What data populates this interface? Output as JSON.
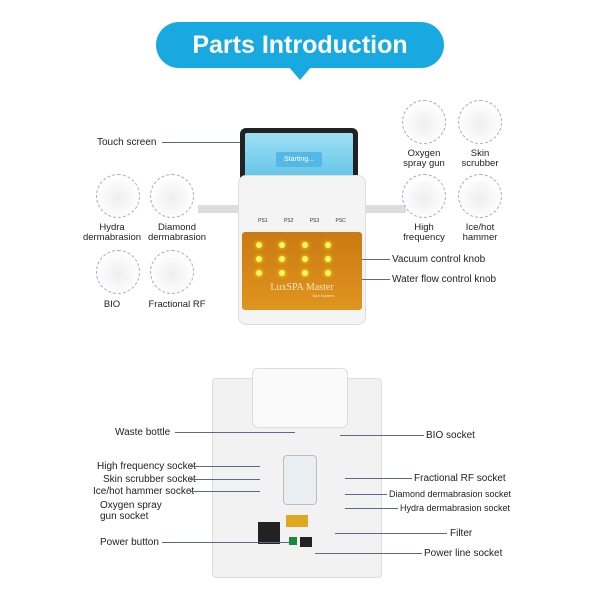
{
  "title": "Parts Introduction",
  "front": {
    "screen_text": "Starting...",
    "brand": "LuxSPA Master",
    "subbrand": "Spa System",
    "channels": [
      "PS1",
      "PS2",
      "PS3",
      "PSC"
    ],
    "labels": {
      "touch_screen": "Touch screen",
      "vacuum_knob": "Vacuum control knob",
      "water_knob": "Water flow control knob"
    },
    "handpieces_left": [
      {
        "label": "Hydra dermabrasion",
        "icon": "hydra-handpiece"
      },
      {
        "label": "Diamond dermabrasion",
        "icon": "diamond-handpiece"
      },
      {
        "label": "BIO",
        "icon": "bio-handpiece"
      },
      {
        "label": "Fractional RF",
        "icon": "rf-handpiece"
      }
    ],
    "handpieces_right": [
      {
        "label": "Oxygen spray gun",
        "icon": "spray-gun"
      },
      {
        "label": "Skin scrubber",
        "icon": "scrubber"
      },
      {
        "label": "High frequency",
        "icon": "hf-comb"
      },
      {
        "label": "Ice/hot hammer",
        "icon": "hammer"
      }
    ]
  },
  "back": {
    "left_labels": [
      "Waste bottle",
      "High frequency socket",
      "Skin scrubber socket",
      "Ice/hot hammer socket",
      "Oxygen spray gun socket",
      "Power button"
    ],
    "right_labels": [
      "BIO socket",
      "Fractional RF socket",
      "Diamond dermabrasion socket",
      "Hydra dermabrasion socket",
      "Filter",
      "Power line socket"
    ]
  }
}
